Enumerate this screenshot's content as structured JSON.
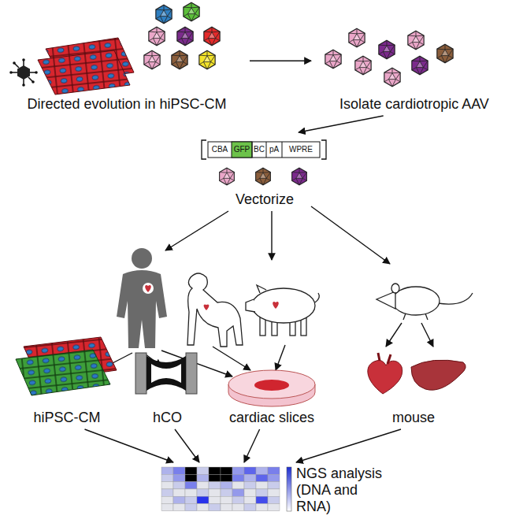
{
  "diagram": {
    "nodes": [
      {
        "text": [
          "Directed evolution in hiPSC-CM"
        ]
      },
      {
        "text": [
          "Isolate cardiotropic AAV"
        ]
      },
      {
        "text": [
          "Vectorize"
        ]
      },
      {
        "text": [
          "hiPSC-CM"
        ]
      },
      {
        "text": [
          "hCO"
        ]
      },
      {
        "text": [
          "cardiac slices"
        ]
      },
      {
        "text": [
          "mouse"
        ]
      },
      {
        "text": [
          "NGS analysis (DNA and RNA)"
        ]
      }
    ],
    "edges": [
      {
        "from": 0,
        "to": 1,
        "arrow": "to"
      },
      {
        "from": 1,
        "to": 2,
        "arrow": "to"
      },
      {
        "from": 3,
        "to": 7,
        "arrow": "to"
      },
      {
        "from": 4,
        "to": 7,
        "arrow": "to"
      },
      {
        "from": 5,
        "to": 7,
        "arrow": "to"
      },
      {
        "from": 6,
        "to": 7,
        "arrow": "to"
      }
    ],
    "labels": [
      "CBA",
      "GFP",
      "BC",
      "pA",
      "WPRE"
    ]
  }
}
